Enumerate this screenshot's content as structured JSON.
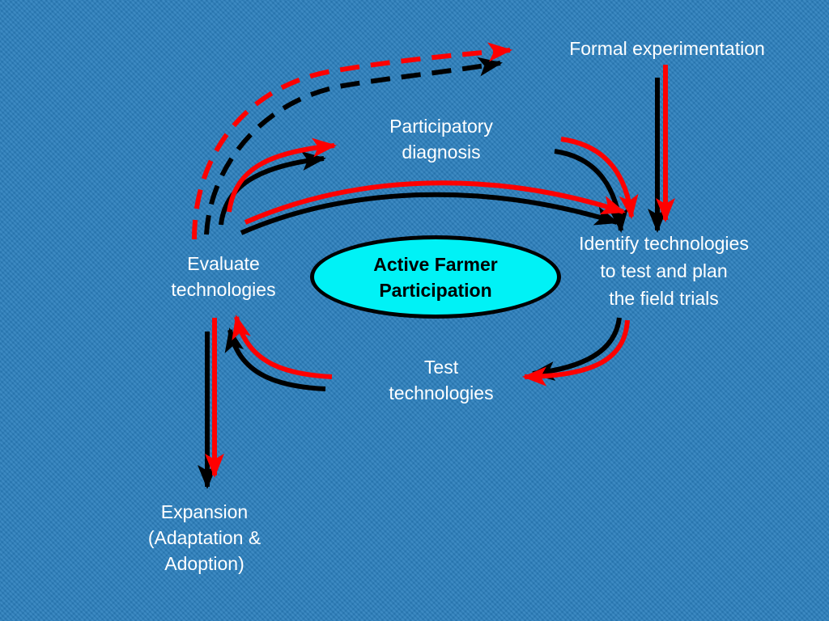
{
  "diagram": {
    "center": "Active Farmer\nParticipation",
    "nodes": {
      "formal": "Formal experimentation",
      "diagnosis": "Participatory\ndiagnosis",
      "identify": "Identify technologies\nto test and plan\nthe field trials",
      "evaluate": "Evaluate\ntechnologies",
      "test": "Test\ntechnologies",
      "expansion": "Expansion\n(Adaptation &\nAdoption)"
    }
  },
  "colors": {
    "background": "#2b7fbd",
    "ellipse_fill": "#00f2f6",
    "arrow_red": "#ff0000",
    "arrow_black": "#000000",
    "text": "#ffffff"
  }
}
